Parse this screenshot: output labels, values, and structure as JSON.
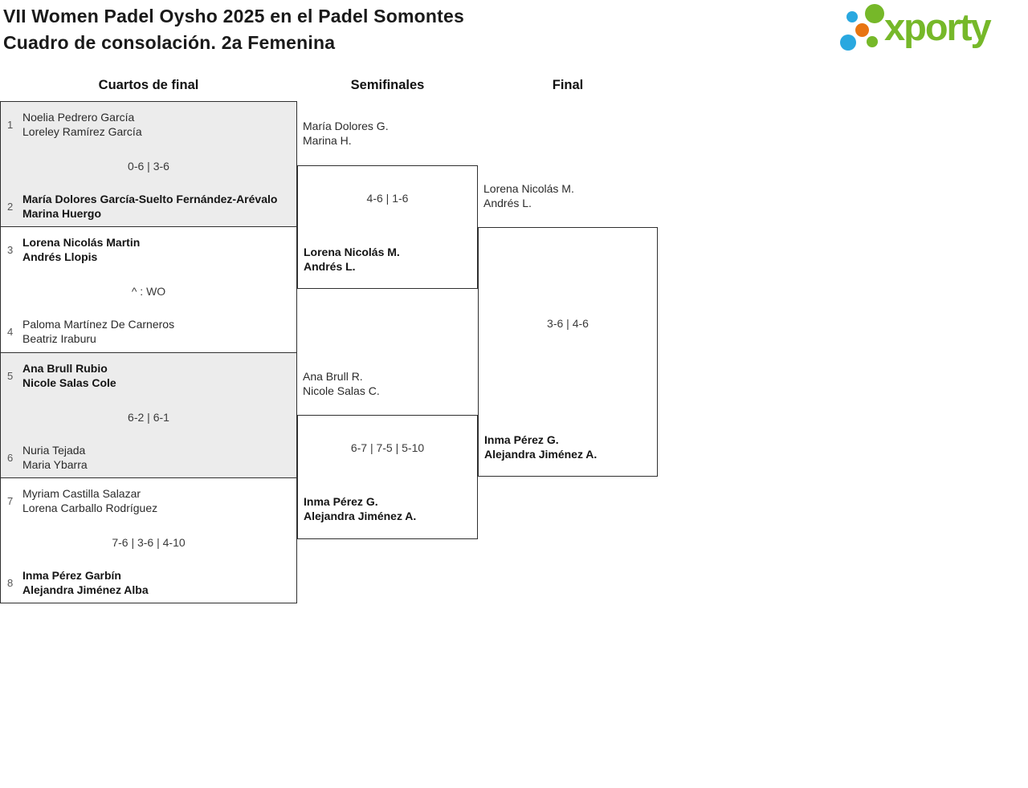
{
  "page": {
    "title_line1": "VII Women Padel Oysho 2025 en el Padel Somontes",
    "title_line2": "Cuadro de consolación. 2a Femenina"
  },
  "logo": {
    "wordmark": "xporty",
    "green": "#76b829",
    "blue": "#29a8e0",
    "orange": "#e87511"
  },
  "rounds": {
    "quarterfinals": "Cuartos de final",
    "semifinals": "Semifinales",
    "final": "Final"
  },
  "bracket": {
    "quarterfinals": [
      {
        "seed_top": "1",
        "top": {
          "p1": "Noelia Pedrero García",
          "p2": "Loreley Ramírez García",
          "winner": false
        },
        "score": "0-6 | 3-6",
        "seed_bottom": "2",
        "bottom": {
          "p1": "María Dolores García-Suelto Fernández-Arévalo",
          "p2": "Marina Huergo",
          "winner": true
        }
      },
      {
        "seed_top": "3",
        "top": {
          "p1": "Lorena Nicolás Martin",
          "p2": "Andrés Llopis",
          "winner": true
        },
        "score": "^ : WO",
        "seed_bottom": "4",
        "bottom": {
          "p1": "Paloma Martínez De Carneros",
          "p2": "Beatriz Iraburu",
          "winner": false
        }
      },
      {
        "seed_top": "5",
        "top": {
          "p1": "Ana Brull Rubio",
          "p2": "Nicole Salas Cole",
          "winner": true
        },
        "score": "6-2 | 6-1",
        "seed_bottom": "6",
        "bottom": {
          "p1": "Nuria Tejada",
          "p2": "Maria Ybarra",
          "winner": false
        }
      },
      {
        "seed_top": "7",
        "top": {
          "p1": "Myriam Castilla Salazar",
          "p2": "Lorena Carballo Rodríguez",
          "winner": false
        },
        "score": "7-6 | 3-6 | 4-10",
        "seed_bottom": "8",
        "bottom": {
          "p1": "Inma Pérez Garbín",
          "p2": "Alejandra Jiménez Alba",
          "winner": true
        }
      }
    ],
    "semifinals": [
      {
        "top": {
          "p1": "María Dolores G.",
          "p2": "Marina H.",
          "winner": false
        },
        "score": "4-6 | 1-6",
        "bottom": {
          "p1": "Lorena Nicolás M.",
          "p2": "Andrés L.",
          "winner": true
        }
      },
      {
        "top": {
          "p1": "Ana Brull R.",
          "p2": "Nicole Salas C.",
          "winner": false
        },
        "score": "6-7 | 7-5 | 5-10",
        "bottom": {
          "p1": "Inma Pérez G.",
          "p2": "Alejandra Jiménez A.",
          "winner": true
        }
      }
    ],
    "final": {
      "top": {
        "p1": "Lorena Nicolás M.",
        "p2": "Andrés L.",
        "winner": false
      },
      "score": "3-6 | 4-6",
      "bottom": {
        "p1": "Inma Pérez G.",
        "p2": "Alejandra Jiménez A.",
        "winner": true
      }
    }
  }
}
